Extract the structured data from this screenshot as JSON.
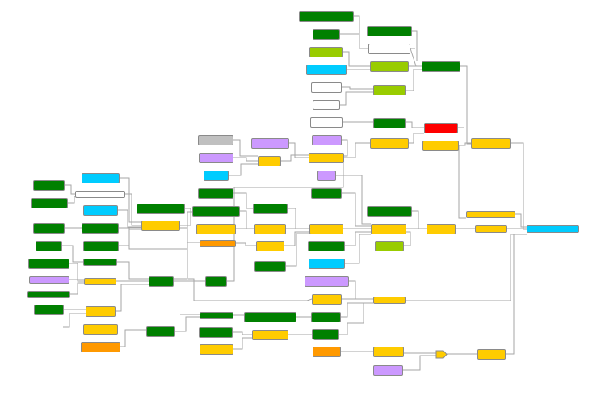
{
  "colors": {
    "green": "#008000",
    "yellow": "#ffcc00",
    "cyan": "#00ccff",
    "lime": "#99cc00",
    "purple": "#cc99ff",
    "orange": "#ff9900",
    "red": "#ff0000",
    "gray": "#c0c0c0",
    "white": "#ffffff",
    "edge": "#a6a6a6"
  },
  "nodes": [
    {
      "id": "n1",
      "c": "green"
    },
    {
      "id": "n2",
      "c": "green"
    },
    {
      "id": "n3",
      "c": "green"
    },
    {
      "id": "n4",
      "c": "lime"
    },
    {
      "id": "n5",
      "c": "white"
    },
    {
      "id": "n6",
      "c": "cyan"
    },
    {
      "id": "n7",
      "c": "lime"
    },
    {
      "id": "n8",
      "c": "green"
    },
    {
      "id": "n9",
      "c": "white"
    },
    {
      "id": "n10",
      "c": "lime"
    },
    {
      "id": "n11",
      "c": "white"
    },
    {
      "id": "n12",
      "c": "white"
    },
    {
      "id": "n13",
      "c": "green"
    },
    {
      "id": "n14",
      "c": "red"
    },
    {
      "id": "n15",
      "c": "gray"
    },
    {
      "id": "n16",
      "c": "purple"
    },
    {
      "id": "n17",
      "c": "purple"
    },
    {
      "id": "n18",
      "c": "yellow"
    },
    {
      "id": "n19",
      "c": "yellow"
    },
    {
      "id": "n20",
      "c": "yellow"
    },
    {
      "id": "n21",
      "c": "yellow"
    },
    {
      "id": "n22",
      "c": "purple"
    },
    {
      "id": "n23",
      "c": "yellow"
    },
    {
      "id": "n24",
      "c": "cyan"
    },
    {
      "id": "n25",
      "c": "cyan"
    },
    {
      "id": "n26",
      "c": "purple"
    },
    {
      "id": "n27",
      "c": "white"
    },
    {
      "id": "n28",
      "c": "green"
    },
    {
      "id": "n29",
      "c": "green"
    },
    {
      "id": "n30",
      "c": "green"
    },
    {
      "id": "n31",
      "c": "cyan"
    },
    {
      "id": "n32",
      "c": "green"
    },
    {
      "id": "n33",
      "c": "green"
    },
    {
      "id": "n34",
      "c": "green"
    },
    {
      "id": "n35",
      "c": "green"
    },
    {
      "id": "n36",
      "c": "yellow"
    },
    {
      "id": "n37",
      "c": "green"
    },
    {
      "id": "n38",
      "c": "green"
    },
    {
      "id": "n39",
      "c": "yellow"
    },
    {
      "id": "n40",
      "c": "yellow"
    },
    {
      "id": "n41",
      "c": "yellow"
    },
    {
      "id": "n42",
      "c": "yellow"
    },
    {
      "id": "n43",
      "c": "yellow"
    },
    {
      "id": "n44",
      "c": "yellow"
    },
    {
      "id": "n45",
      "c": "yellow"
    },
    {
      "id": "n46",
      "c": "cyan"
    },
    {
      "id": "n47",
      "c": "orange"
    },
    {
      "id": "n48",
      "c": "yellow"
    },
    {
      "id": "n49",
      "c": "green"
    },
    {
      "id": "n50",
      "c": "lime"
    },
    {
      "id": "n51",
      "c": "green"
    },
    {
      "id": "n52",
      "c": "green"
    },
    {
      "id": "n53",
      "c": "green"
    },
    {
      "id": "n54",
      "c": "green"
    },
    {
      "id": "n55",
      "c": "purple"
    },
    {
      "id": "n56",
      "c": "green"
    },
    {
      "id": "n57",
      "c": "green"
    },
    {
      "id": "n58",
      "c": "cyan"
    },
    {
      "id": "n59",
      "c": "green"
    },
    {
      "id": "n60",
      "c": "yellow"
    },
    {
      "id": "n61",
      "c": "green"
    },
    {
      "id": "n62",
      "c": "green"
    },
    {
      "id": "n63",
      "c": "purple"
    },
    {
      "id": "n64",
      "c": "green"
    },
    {
      "id": "n65",
      "c": "yellow"
    },
    {
      "id": "n66",
      "c": "yellow"
    },
    {
      "id": "n67",
      "c": "yellow"
    },
    {
      "id": "n68",
      "c": "yellow"
    },
    {
      "id": "n69",
      "c": "green"
    },
    {
      "id": "n70",
      "c": "green"
    },
    {
      "id": "n71",
      "c": "green"
    },
    {
      "id": "n72",
      "c": "green"
    },
    {
      "id": "n73",
      "c": "orange"
    },
    {
      "id": "n74",
      "c": "yellow"
    },
    {
      "id": "n75",
      "c": "yellow"
    },
    {
      "id": "n76",
      "c": "yellow"
    },
    {
      "id": "n77",
      "c": "purple"
    }
  ]
}
